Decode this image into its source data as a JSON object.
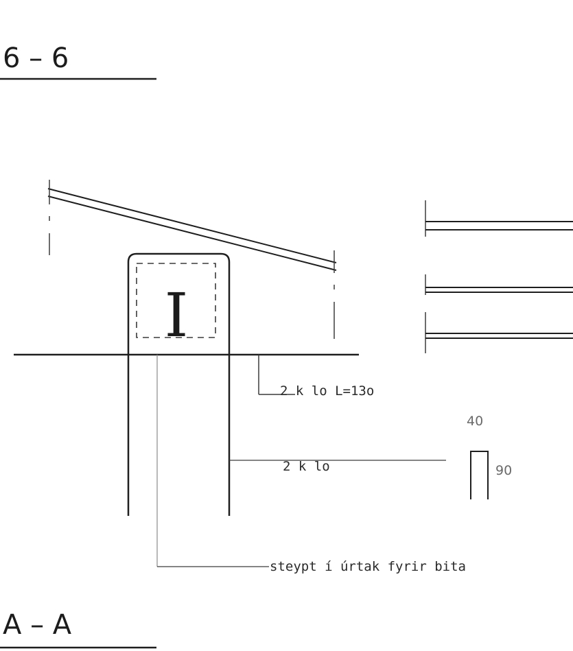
{
  "sections": {
    "top_title": "6 – 6",
    "bottom_title": "A – A"
  },
  "annotations": {
    "bar_top": "2 k lo L=13o",
    "bar_side": "2 k lo",
    "dim_width": "40",
    "dim_height": "90",
    "note_bottom": "steypt í   úrtak fyrir bita"
  },
  "beam_symbol": "I",
  "colors": {
    "ink": "#1e1e1e",
    "paper": "#ffffff"
  }
}
